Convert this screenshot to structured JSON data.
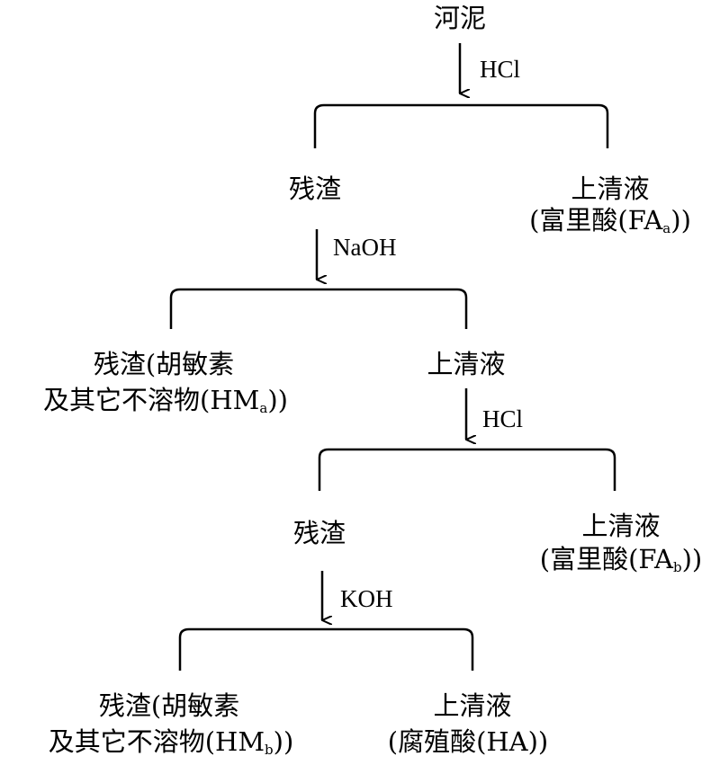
{
  "start": "河泥",
  "step1": {
    "reagent": "HCl",
    "left": "残渣",
    "right_line1": "上清液",
    "right_pre": "(富里酸(FA",
    "right_sub": "a",
    "right_post": "))"
  },
  "step2": {
    "reagent": "NaOH",
    "left_line1": "残渣(胡敏素",
    "left_pre": "及其它不溶物(HM",
    "left_sub": "a",
    "left_post": "))",
    "right": "上清液"
  },
  "step3": {
    "reagent": "HCl",
    "left": "残渣",
    "right_line1": "上清液",
    "right_pre": "(富里酸(FA",
    "right_sub": "b",
    "right_post": "))"
  },
  "step4": {
    "reagent": "KOH",
    "left_line1": "残渣(胡敏素",
    "left_pre": "及其它不溶物(HM",
    "left_sub": "b",
    "left_post": "))",
    "right_line1": "上清液",
    "right_line2": "(腐殖酸(HA))"
  }
}
